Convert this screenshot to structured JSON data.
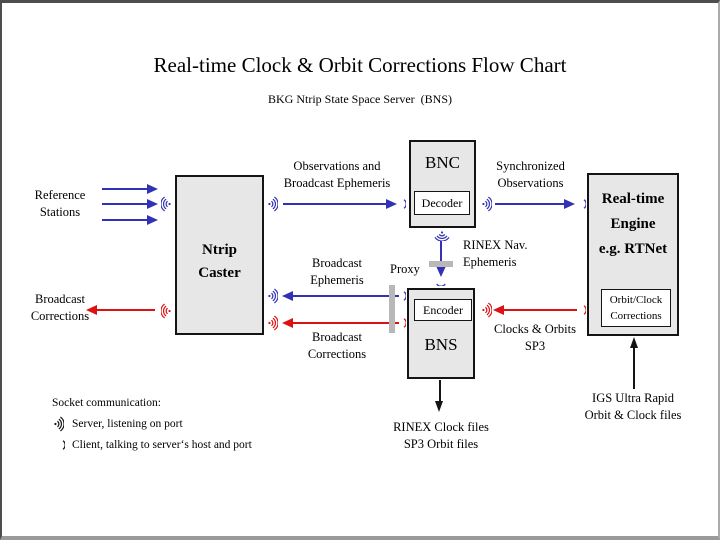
{
  "title": "Real-time Clock & Orbit Corrections Flow Chart",
  "subtitle": "BKG Ntrip State Space Server  (BNS)",
  "colors": {
    "blue": "#3232b4",
    "red": "#dd1111",
    "ink": "#141414",
    "box_fill": "#e7e7e7",
    "proxy": "#b8b8b8"
  },
  "icons": {
    "server_socket_glyph": "·)))",
    "client_socket_glyph": ")"
  },
  "boxes": {
    "ntrip_caster": {
      "line1": "Ntrip",
      "line2": "Caster"
    },
    "bnc": {
      "title": "BNC",
      "sub": "Decoder"
    },
    "bns": {
      "title": "BNS",
      "sub": "Encoder"
    },
    "rte": {
      "line1": "Real-time",
      "line2": "Engine",
      "line3": "e.g. RTNet",
      "sub_line1": "Orbit/Clock",
      "sub_line2": "Corrections"
    }
  },
  "labels": {
    "reference_stations_1": "Reference",
    "reference_stations_2": "Stations",
    "broadcast_corrections_left_1": "Broadcast",
    "broadcast_corrections_left_2": "Corrections",
    "obs_be_1": "Observations and",
    "obs_be_2": "Broadcast Ephemeris",
    "sync_obs_1": "Synchronized",
    "sync_obs_2": "Observations",
    "broadcast_ephemeris_1": "Broadcast",
    "broadcast_ephemeris_2": "Ephemeris",
    "proxy": "Proxy",
    "broadcast_corrections_mid_1": "Broadcast",
    "broadcast_corrections_mid_2": "Corrections",
    "rinex_nav_1": "RINEX Nav.",
    "rinex_nav_2": "Ephemeris",
    "clocks_orbits_1": "Clocks & Orbits",
    "clocks_orbits_2": "SP3",
    "rinex_clock_1": "RINEX Clock files",
    "rinex_clock_2": "SP3 Orbit files",
    "igs_1": "IGS Ultra Rapid",
    "igs_2": "Orbit & Clock files"
  },
  "legend": {
    "heading": "Socket communication:",
    "server": "Server, listening on port",
    "client": "Client, talking to server‘s host and port"
  }
}
